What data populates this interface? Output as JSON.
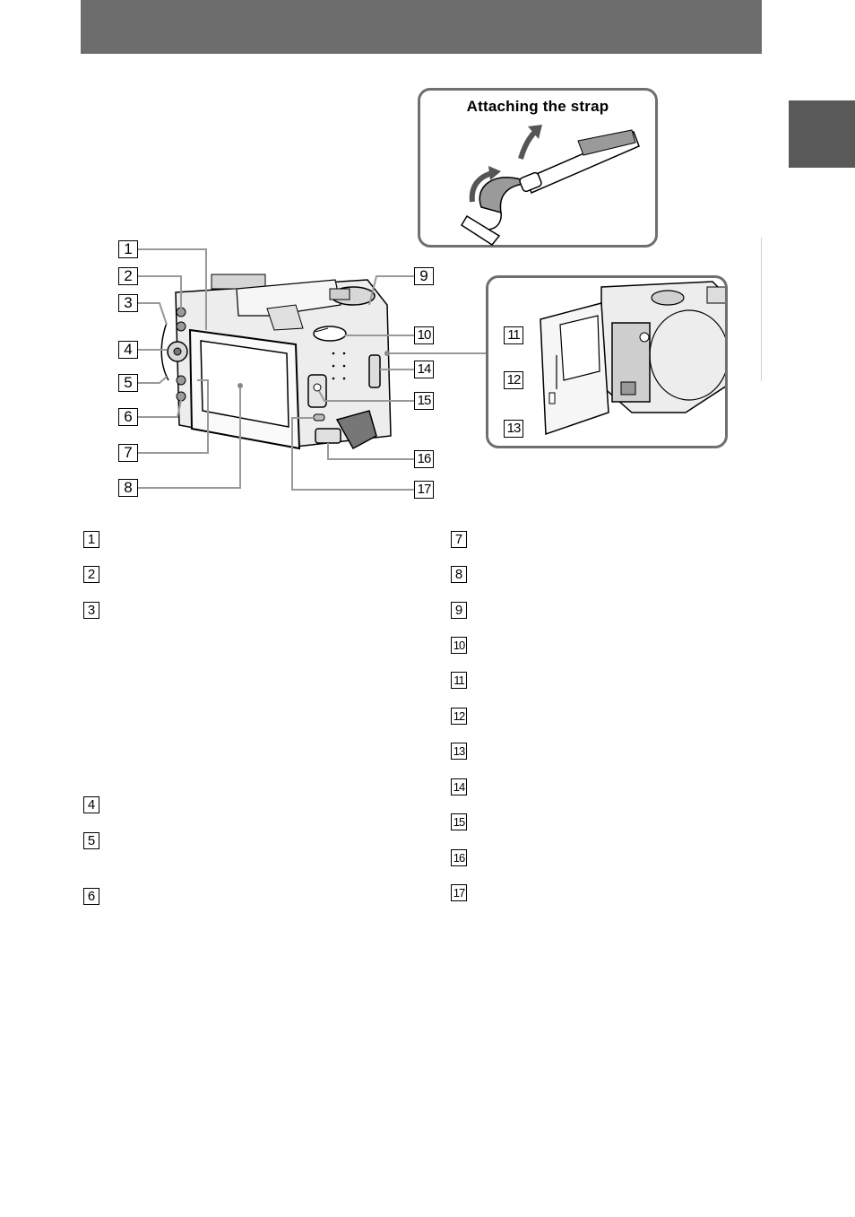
{
  "strap_panel": {
    "title": "Attaching the strap"
  },
  "diagram_callouts": [
    "1",
    "2",
    "3",
    "4",
    "5",
    "6",
    "7",
    "8",
    "9",
    "10",
    "11",
    "12",
    "13",
    "14",
    "15",
    "16",
    "17"
  ],
  "legend_left": [
    "1",
    "2",
    "3",
    "4",
    "5",
    "6"
  ],
  "legend_right": [
    "7",
    "8",
    "9",
    "10",
    "11",
    "12",
    "13",
    "14",
    "15",
    "16",
    "17"
  ]
}
